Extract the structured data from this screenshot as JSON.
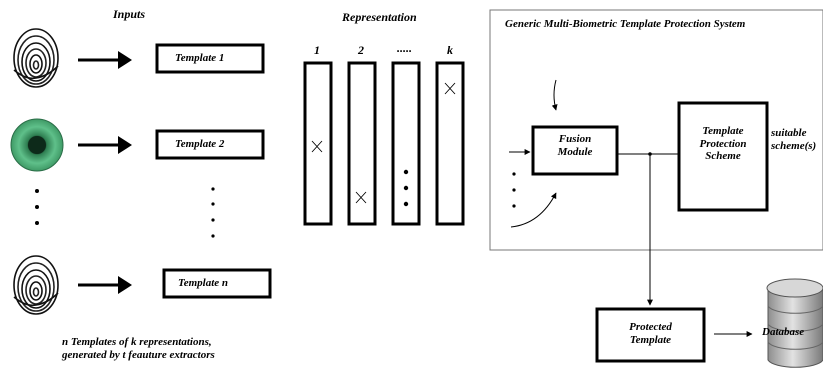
{
  "inputs_heading": "Inputs",
  "representation_heading": "Representation",
  "system_heading": "Generic Multi-Biometric Template Protection System",
  "templates": [
    "Template 1",
    "Template 2",
    "Template n"
  ],
  "representation_labels": [
    "1",
    "2",
    ".....",
    "k"
  ],
  "fusion_module": [
    "Fusion",
    "Module"
  ],
  "template_protection_scheme": [
    "Template",
    "Protection",
    "Scheme"
  ],
  "suitable_schemes": [
    "suitable",
    "scheme(s)"
  ],
  "protected_template": [
    "Protected",
    "Template"
  ],
  "database": "Database",
  "caption": [
    "n Templates of k representations,",
    "generated by t feauture extractors"
  ],
  "icons": [
    "fingerprint-icon",
    "iris-icon",
    "fingerprint-icon",
    "database-icon"
  ],
  "colors": {
    "stroke": "#000000",
    "system_border": "#777777",
    "iris_green": "#3f9a66",
    "pupil": "#0d2a1a",
    "database_gray": "#b9b9b9"
  }
}
